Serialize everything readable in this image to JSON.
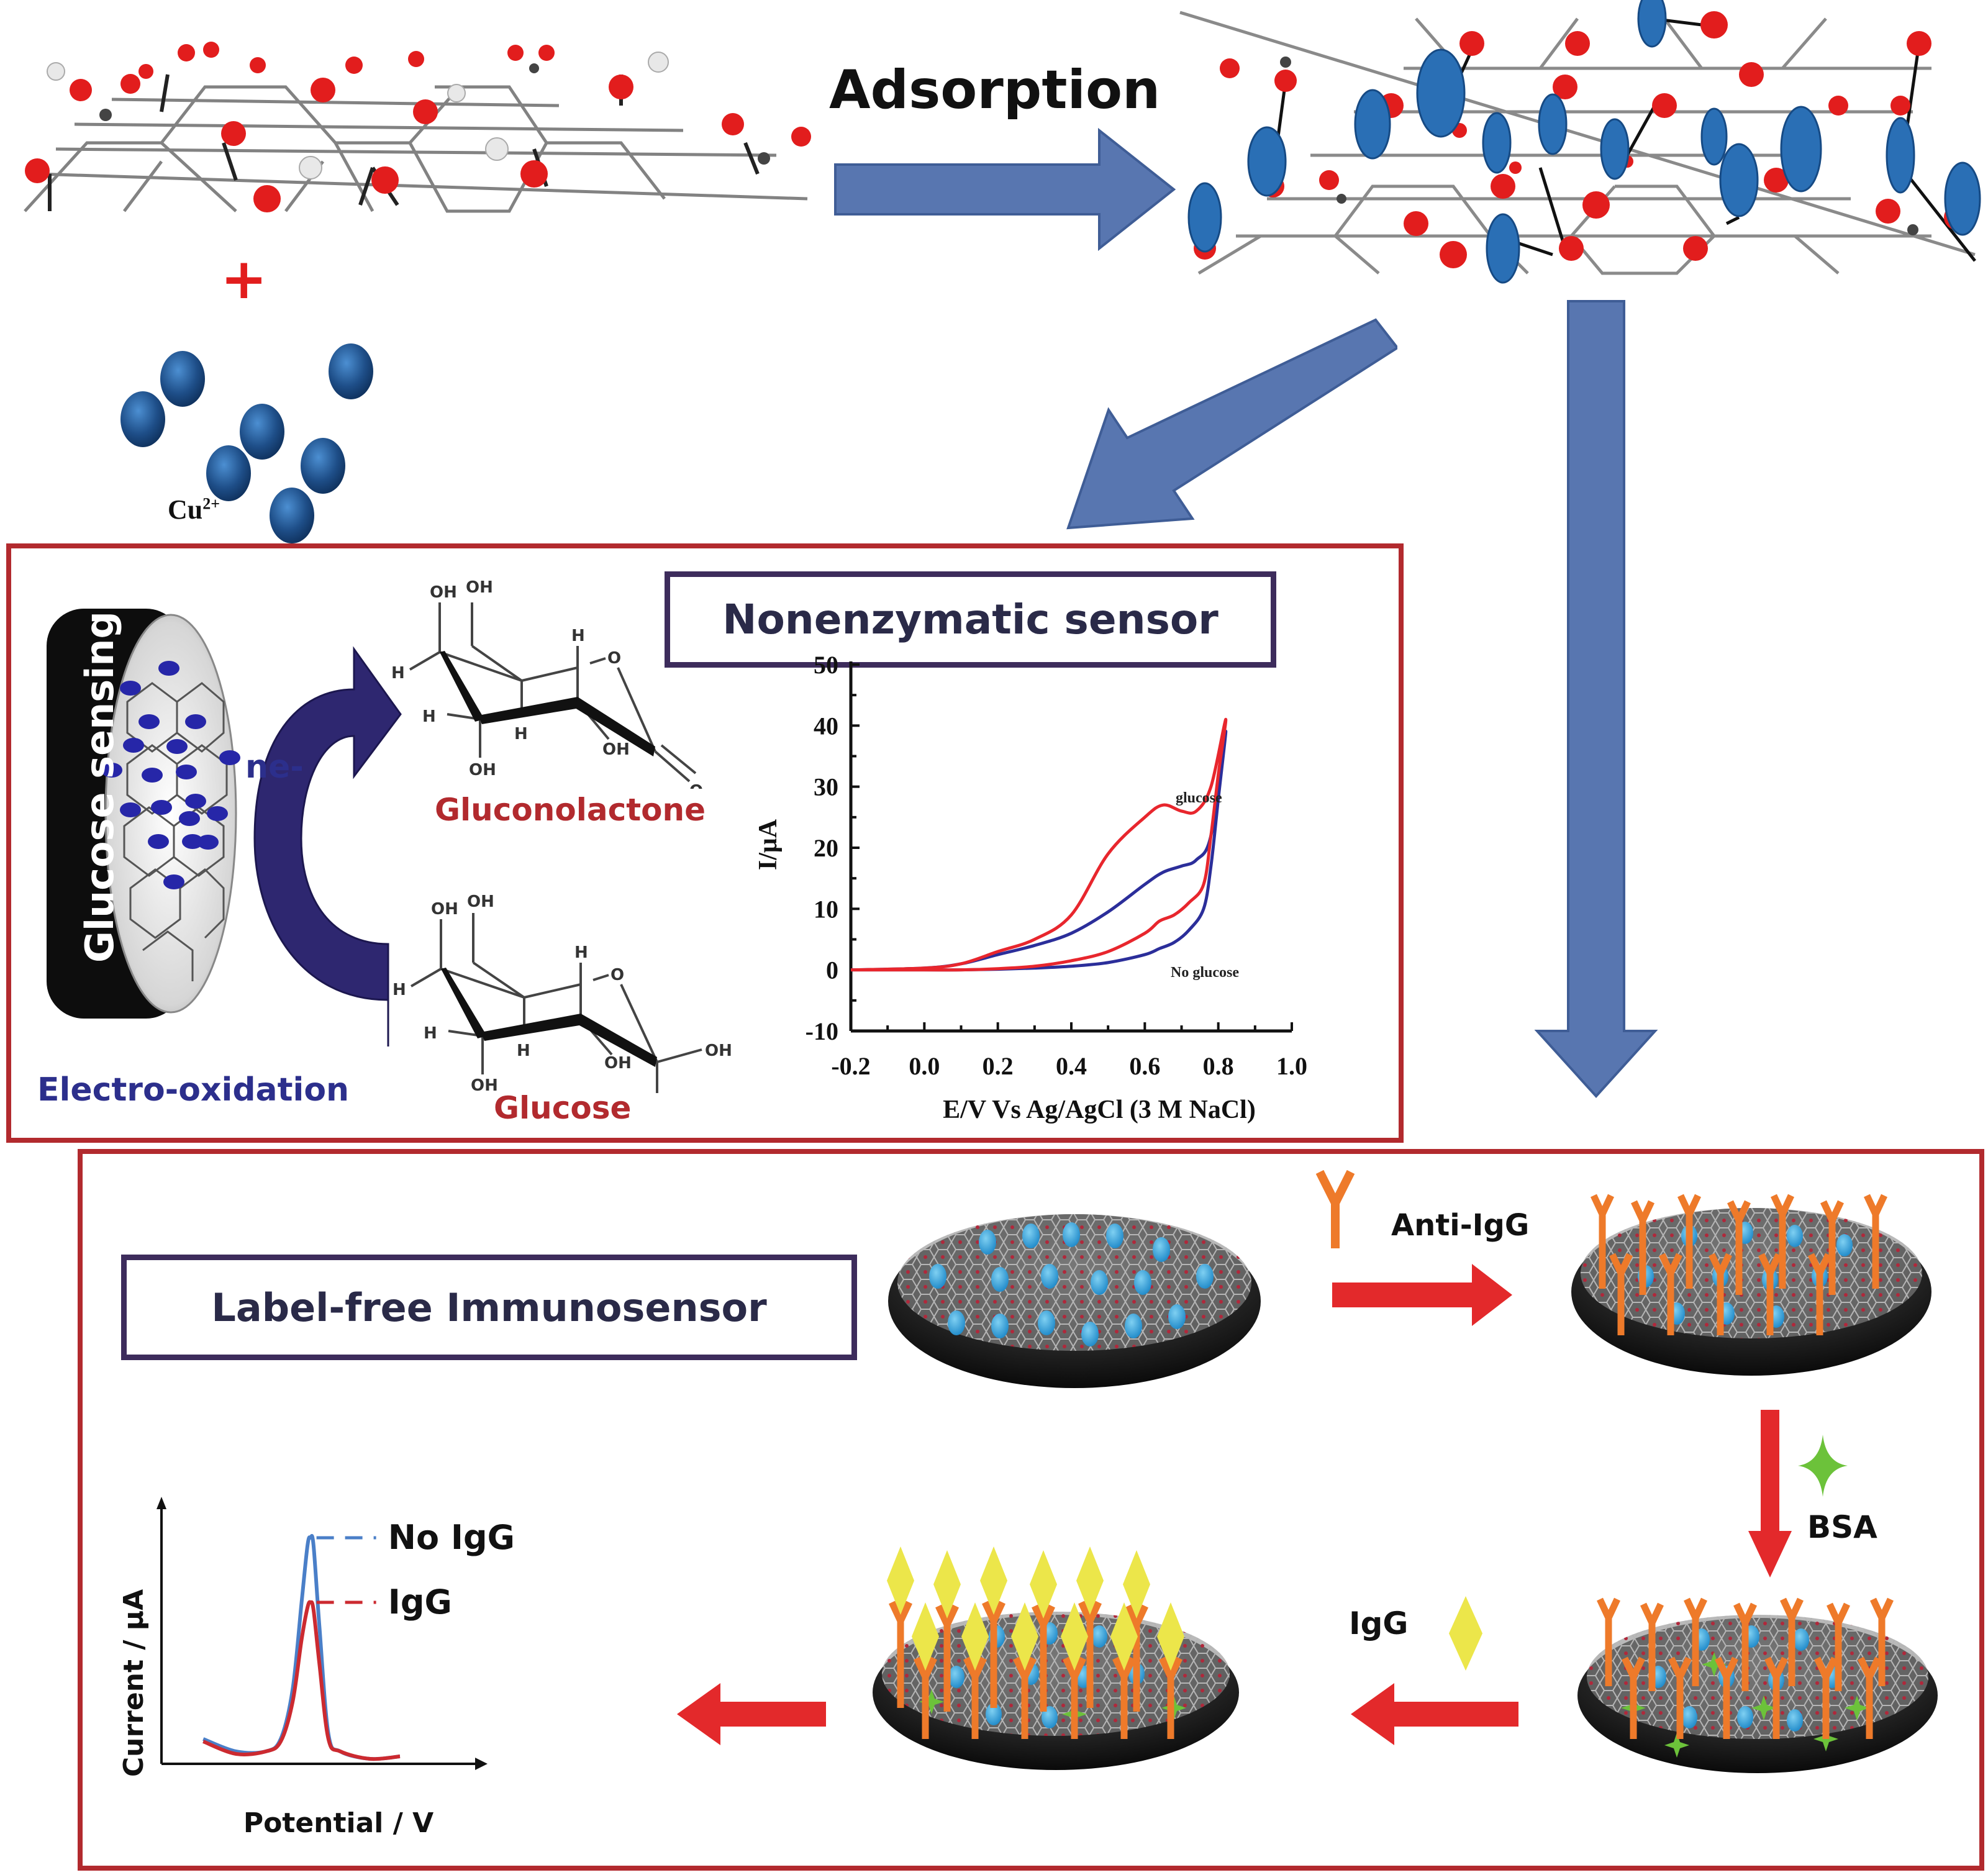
{
  "top": {
    "adsorption_label": "Adsorption",
    "plus_sign": "+",
    "cu_ion_label": "Cu",
    "cu_ion_charge": "2+"
  },
  "nonenzymatic": {
    "title": "Nonenzymatic sensor",
    "electrode_label": "Glucose sensing",
    "electron_label": "ne-",
    "process_label": "Electro-oxidation",
    "product_label": "Gluconolactone",
    "reactant_label": "Glucose",
    "oh_label": "OH",
    "h_label": "H",
    "o_label": "O"
  },
  "immunosensor": {
    "title": "Label-free Immunosensor",
    "anti_igg_label": "Anti-IgG",
    "bsa_label": "BSA",
    "igg_label": "IgG"
  },
  "colors": {
    "panel_border": "#b22a2e",
    "title_border": "#3d2c5c",
    "flow_arrow": "#5876b0",
    "step_arrow": "#e3292b",
    "antibody": "#ee7a2a",
    "igg": "#ece64a",
    "bsa": "#6cc23a",
    "cu_ion": "#2a6fb5",
    "oxygen": "#e02020",
    "curve_red": "#e8262d",
    "curve_blue": "#2b2e9a"
  },
  "chart_data": [
    {
      "type": "line",
      "title": "",
      "xlabel": "E/V Vs Ag/AgCl (3 M NaCl)",
      "ylabel": "I/μA",
      "xlim": [
        -0.2,
        1.0
      ],
      "ylim": [
        -10,
        50
      ],
      "xticks": [
        -0.2,
        0.0,
        0.2,
        0.4,
        0.6,
        0.8,
        1.0
      ],
      "xtick_labels": [
        "-0.2",
        "0.0",
        "0.2",
        "0.4",
        "0.6",
        "0.8",
        "1.0"
      ],
      "yticks": [
        -10,
        0,
        10,
        20,
        30,
        40,
        50
      ],
      "ytick_labels": [
        "-10",
        "0",
        "10",
        "20",
        "30",
        "40",
        "50"
      ],
      "grid": false,
      "annotations": [
        "glucose",
        "No glucose"
      ],
      "series": [
        {
          "name": "glucose",
          "color": "red",
          "x": [
            -0.2,
            0.0,
            0.1,
            0.2,
            0.3,
            0.4,
            0.5,
            0.6,
            0.65,
            0.7,
            0.74,
            0.78,
            0.82,
            0.8,
            0.78,
            0.76,
            0.72,
            0.68,
            0.64,
            0.6,
            0.5,
            0.4,
            0.3,
            0.2,
            0.1,
            0.0,
            -0.2
          ],
          "y": [
            0,
            0.3,
            1,
            3,
            5,
            9,
            19,
            25,
            27,
            26,
            26,
            30,
            41,
            32,
            22,
            14,
            11,
            9,
            8,
            6,
            3,
            1.5,
            0.6,
            0.2,
            0,
            0,
            0
          ]
        },
        {
          "name": "No glucose",
          "color": "blue",
          "x": [
            -0.2,
            0.0,
            0.1,
            0.2,
            0.3,
            0.4,
            0.5,
            0.6,
            0.65,
            0.7,
            0.74,
            0.78,
            0.82,
            0.8,
            0.78,
            0.76,
            0.72,
            0.68,
            0.64,
            0.6,
            0.5,
            0.4,
            0.3,
            0.2,
            0.1,
            0.0,
            -0.2
          ],
          "y": [
            0,
            0.3,
            1,
            2.5,
            4,
            6,
            9.5,
            14,
            16,
            17,
            18,
            22,
            39,
            28,
            17,
            10,
            6.5,
            4.5,
            3.5,
            2.5,
            1.2,
            0.6,
            0.3,
            0.1,
            0,
            0,
            0
          ]
        }
      ]
    },
    {
      "type": "line",
      "title": "",
      "xlabel": "Potential / V",
      "ylabel": "Current / μA",
      "grid": false,
      "legend": [
        "No IgG",
        "IgG"
      ],
      "legend_placement": "right",
      "xlim": [
        0,
        1
      ],
      "ylim": [
        0,
        1
      ],
      "series": [
        {
          "name": "No IgG",
          "color": "blue",
          "x": [
            0.14,
            0.25,
            0.35,
            0.4,
            0.44,
            0.47,
            0.49,
            0.5,
            0.51,
            0.53,
            0.56,
            0.6,
            0.7,
            0.8
          ],
          "y": [
            0.1,
            0.05,
            0.05,
            0.1,
            0.3,
            0.65,
            0.88,
            0.91,
            0.88,
            0.55,
            0.12,
            0.05,
            0.02,
            0.03
          ]
        },
        {
          "name": "IgG",
          "color": "red",
          "x": [
            0.14,
            0.25,
            0.35,
            0.4,
            0.44,
            0.47,
            0.49,
            0.5,
            0.51,
            0.53,
            0.56,
            0.6,
            0.7,
            0.8
          ],
          "y": [
            0.09,
            0.04,
            0.05,
            0.09,
            0.25,
            0.5,
            0.63,
            0.65,
            0.62,
            0.4,
            0.1,
            0.05,
            0.02,
            0.03
          ]
        }
      ]
    }
  ]
}
